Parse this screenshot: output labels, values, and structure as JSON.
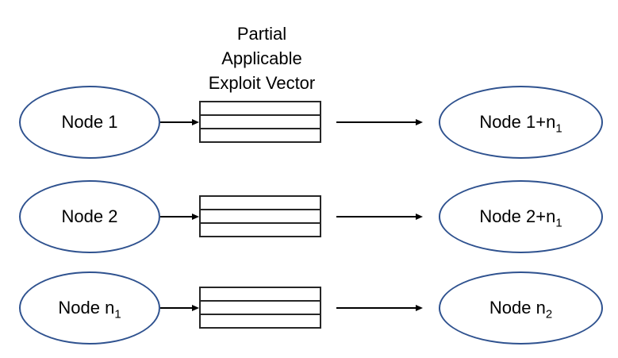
{
  "title": {
    "lines": [
      "Partial",
      "Applicable",
      "Exploit Vector"
    ]
  },
  "colors": {
    "node_stroke": "#2F528F",
    "box_stroke": "#262626",
    "arrow": "#000000",
    "text": "#000000",
    "background": "#FFFFFF"
  },
  "vector_box": {
    "segments": 3
  },
  "rows": [
    {
      "source": {
        "text": "Node 1",
        "sub": ""
      },
      "target": {
        "text": "Node 1+n",
        "sub": "1"
      }
    },
    {
      "source": {
        "text": "Node 2",
        "sub": ""
      },
      "target": {
        "text": "Node 2+n",
        "sub": "1"
      }
    },
    {
      "source": {
        "text": "Node n",
        "sub": "1"
      },
      "target": {
        "text": "Node n",
        "sub": "2"
      }
    }
  ]
}
